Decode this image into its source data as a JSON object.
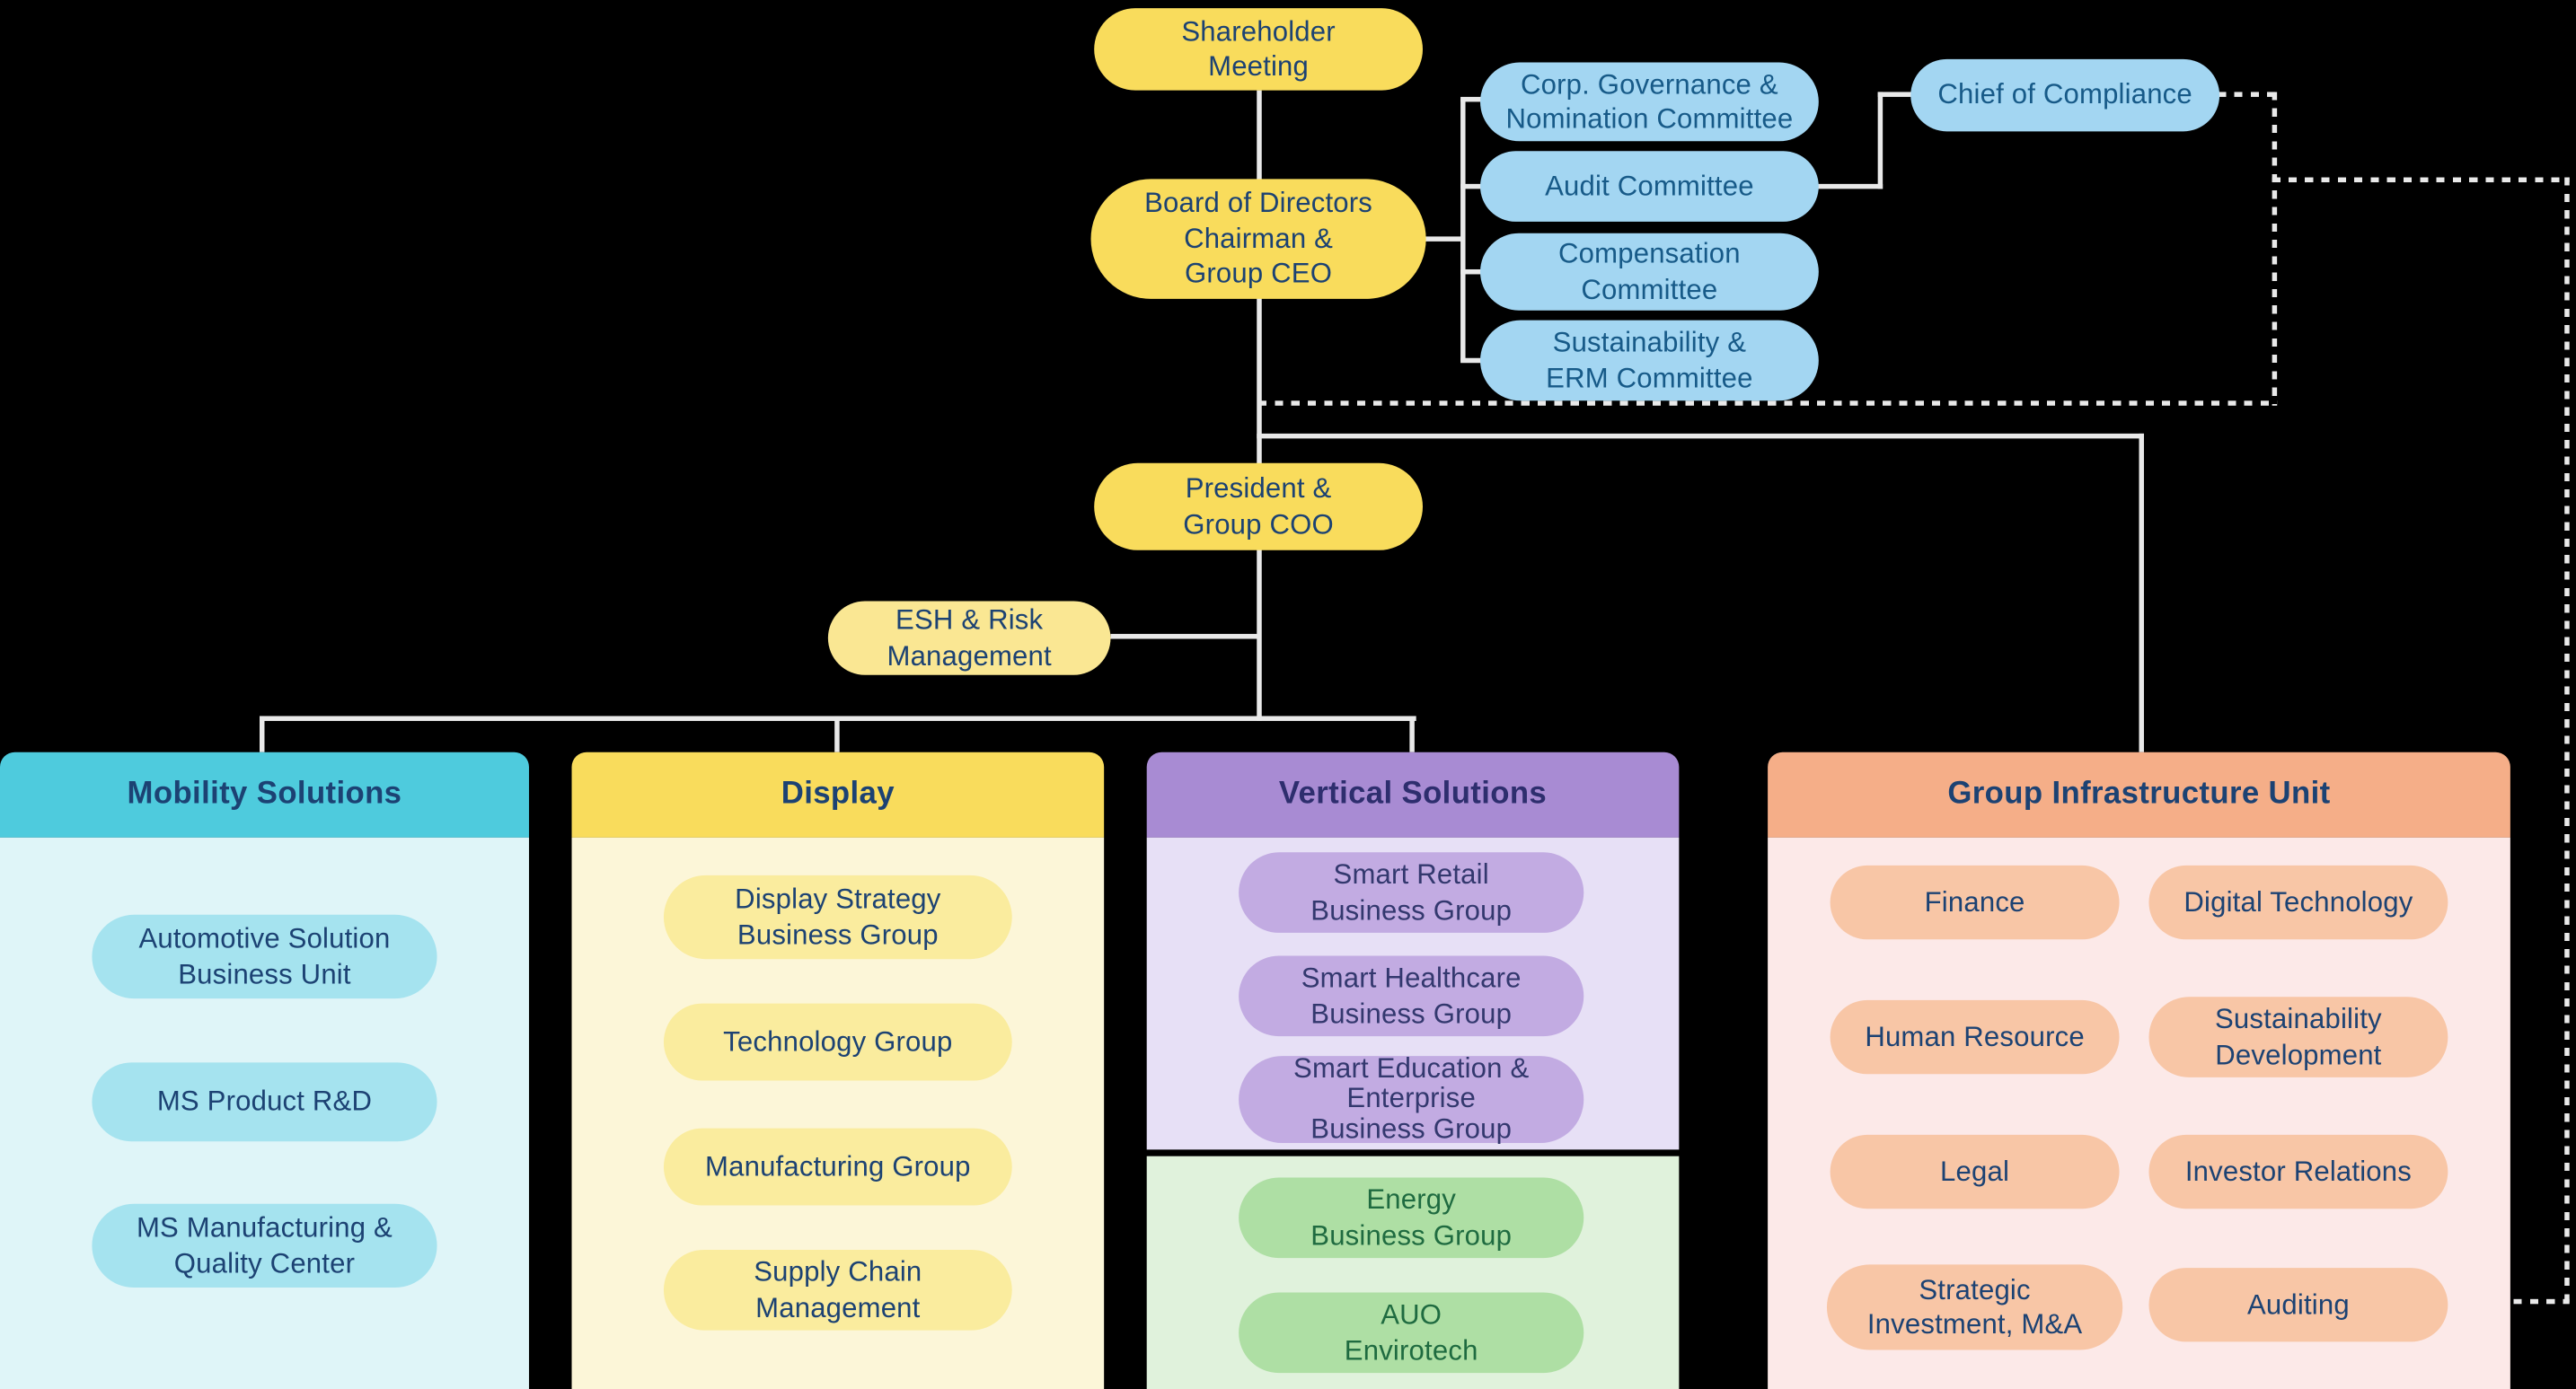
{
  "org_chart": {
    "top": {
      "shareholder_meeting": "Shareholder\nMeeting",
      "board": "Board of Directors\nChairman &\nGroup CEO",
      "president": "President &\nGroup COO",
      "esh": "ESH & Risk\nManagement",
      "chief_of_compliance": "Chief of Compliance",
      "committees": [
        "Corp. Governance &\nNomination Committee",
        "Audit Committee",
        "Compensation\nCommittee",
        "Sustainability &\nERM Committee"
      ]
    },
    "columns": {
      "mobility": {
        "title": "Mobility Solutions",
        "pills": [
          "Automotive Solution\nBusiness Unit",
          "MS Product R&D",
          "MS Manufacturing &\nQuality Center"
        ]
      },
      "display": {
        "title": "Display",
        "pills": [
          "Display Strategy\nBusiness Group",
          "Technology Group",
          "Manufacturing Group",
          "Supply Chain\nManagement"
        ]
      },
      "vertical": {
        "title": "Vertical Solutions",
        "pills": [
          "Smart Retail\nBusiness Group",
          "Smart Healthcare\nBusiness Group",
          "Smart Education &\nEnterprise\nBusiness Group"
        ],
        "green_pills": [
          "Energy\nBusiness Group",
          "AUO\nEnvirotech"
        ]
      },
      "infrastructure": {
        "title": "Group Infrastructure Unit",
        "left_pills": [
          "Finance",
          "Human Resource",
          "Legal",
          "Strategic\nInvestment, M&A"
        ],
        "right_pills": [
          "Digital Technology",
          "Sustainability\nDevelopment",
          "Investor Relations",
          "Auditing"
        ]
      }
    },
    "colors": {
      "background": "#000000",
      "connector_line": "#E9E9E9",
      "yellow_node": "#F9DC5C",
      "esh_yellow_node": "#FAE793",
      "blue_node": "#A3D6F2",
      "cyan_header": "#4ECBDD",
      "cyan_pill": "#A5E3EF",
      "cyan_panel": "#DFF5F8",
      "yellow_header": "#F9DC5C",
      "yellow_pill": "#FAEC9E",
      "yellow_panel": "#FCF6D8",
      "purple_header": "#A88BD3",
      "purple_pill": "#C2ABE2",
      "purple_panel": "#E7E0F6",
      "green_pill": "#AEDFA4",
      "green_panel": "#E0F2DC",
      "peach_header": "#F5AE88",
      "peach_pill": "#F8C6A6",
      "peach_panel": "#FCE9E8",
      "text_navy": "#1C4273",
      "text_blue": "#175A88",
      "text_green": "#1F6B40"
    }
  }
}
